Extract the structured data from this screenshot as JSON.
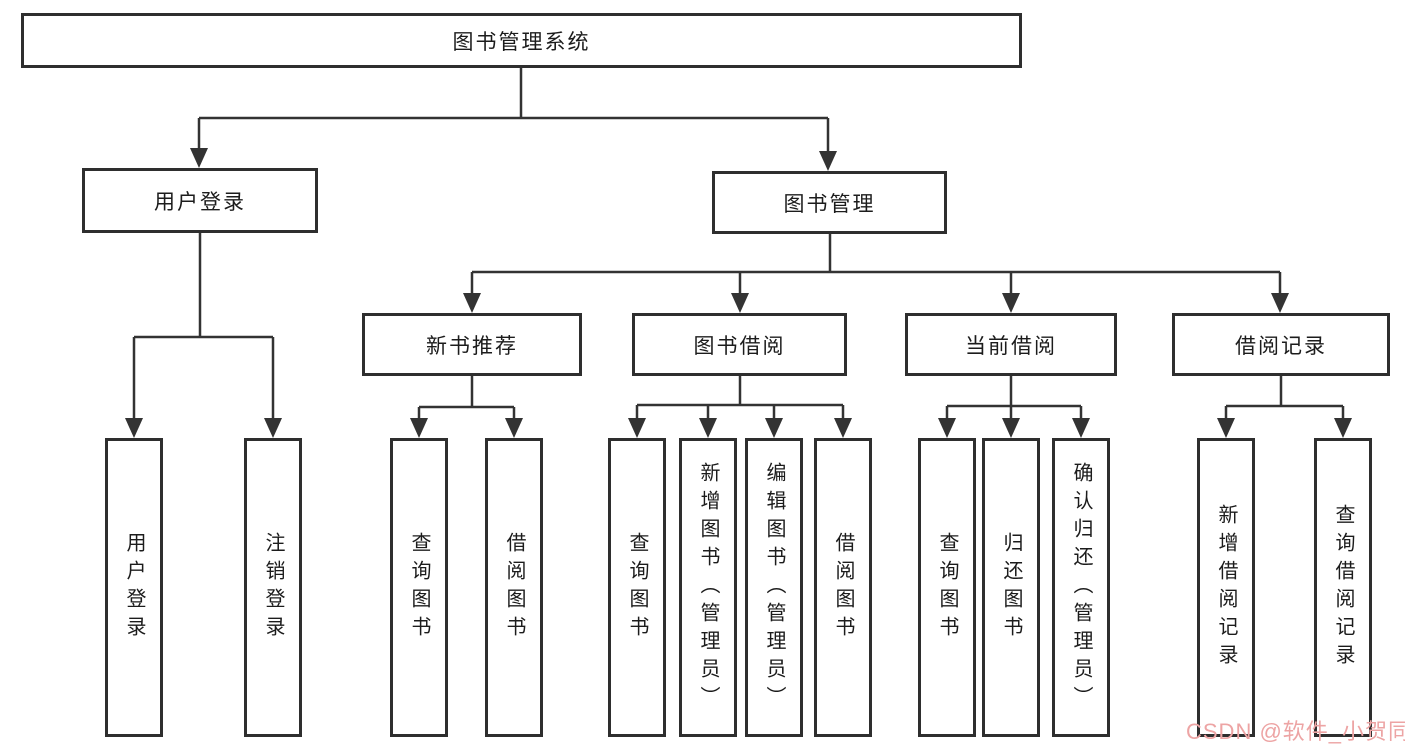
{
  "diagram": {
    "type": "hierarchy-tree",
    "colors": {
      "line": "#333333",
      "border": "#2e2e2e",
      "text": "#1c1c1c",
      "background": "#ffffff",
      "watermark": "#eda4a4"
    },
    "nodes": {
      "root": "图书管理系统",
      "user_login": "用户登录",
      "book_mgmt": "图书管理",
      "new_book_rec": "新书推荐",
      "book_borrow": "图书借阅",
      "current_borrow": "当前借阅",
      "borrow_records": "借阅记录",
      "leaf_user_login": "用户登录",
      "leaf_logout": "注销登录",
      "leaf_nb_query": "查询图书",
      "leaf_nb_borrow": "借阅图书",
      "leaf_bb_query": "查询图书",
      "leaf_bb_add": "新增图书（管理员）",
      "leaf_bb_edit": "编辑图书（管理员）",
      "leaf_bb_borrow": "借阅图书",
      "leaf_cb_query": "查询图书",
      "leaf_cb_return": "归还图书",
      "leaf_cb_confirm": "确认归还（管理员）",
      "leaf_rec_add": "新增借阅记录",
      "leaf_rec_query": "查询借阅记录"
    },
    "edges": [
      [
        "root",
        "user_login"
      ],
      [
        "root",
        "book_mgmt"
      ],
      [
        "user_login",
        "leaf_user_login"
      ],
      [
        "user_login",
        "leaf_logout"
      ],
      [
        "book_mgmt",
        "new_book_rec"
      ],
      [
        "book_mgmt",
        "book_borrow"
      ],
      [
        "book_mgmt",
        "current_borrow"
      ],
      [
        "book_mgmt",
        "borrow_records"
      ],
      [
        "new_book_rec",
        "leaf_nb_query"
      ],
      [
        "new_book_rec",
        "leaf_nb_borrow"
      ],
      [
        "book_borrow",
        "leaf_bb_query"
      ],
      [
        "book_borrow",
        "leaf_bb_add"
      ],
      [
        "book_borrow",
        "leaf_bb_edit"
      ],
      [
        "book_borrow",
        "leaf_bb_borrow"
      ],
      [
        "current_borrow",
        "leaf_cb_query"
      ],
      [
        "current_borrow",
        "leaf_cb_return"
      ],
      [
        "current_borrow",
        "leaf_cb_confirm"
      ],
      [
        "borrow_records",
        "leaf_rec_add"
      ],
      [
        "borrow_records",
        "leaf_rec_query"
      ]
    ]
  },
  "watermark": "CSDN @软件_小贺同学"
}
